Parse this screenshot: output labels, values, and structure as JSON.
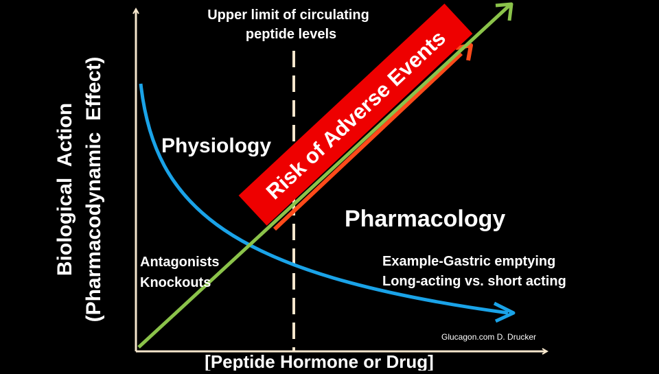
{
  "y_axis_label": {
    "line1": "Biological  Action",
    "line2": "(Pharmacodynamic  Effect)"
  },
  "x_axis_label": "[Peptide Hormone or Drug]",
  "limit_label": {
    "line1": "Upper limit of circulating",
    "line2": "peptide levels"
  },
  "regions": {
    "physiology": "Physiology",
    "pharmacology": "Pharmacology"
  },
  "risk_banner": "Risk of Adverse Events",
  "left_notes": {
    "line1": "Antagonists",
    "line2": "Knockouts"
  },
  "right_notes": {
    "line1": "Example-Gastric emptying",
    "line2": "Long-acting vs. short acting"
  },
  "attribution": "Glucagon.com D. Drucker",
  "colors": {
    "background": "#000000",
    "axis": "#f5e6cc",
    "curve": "#1aa3e8",
    "diagonal": "#8bc34a",
    "banner": "#ee0000",
    "banner_arrow": "#ff4a1a",
    "text": "#ffffff"
  }
}
